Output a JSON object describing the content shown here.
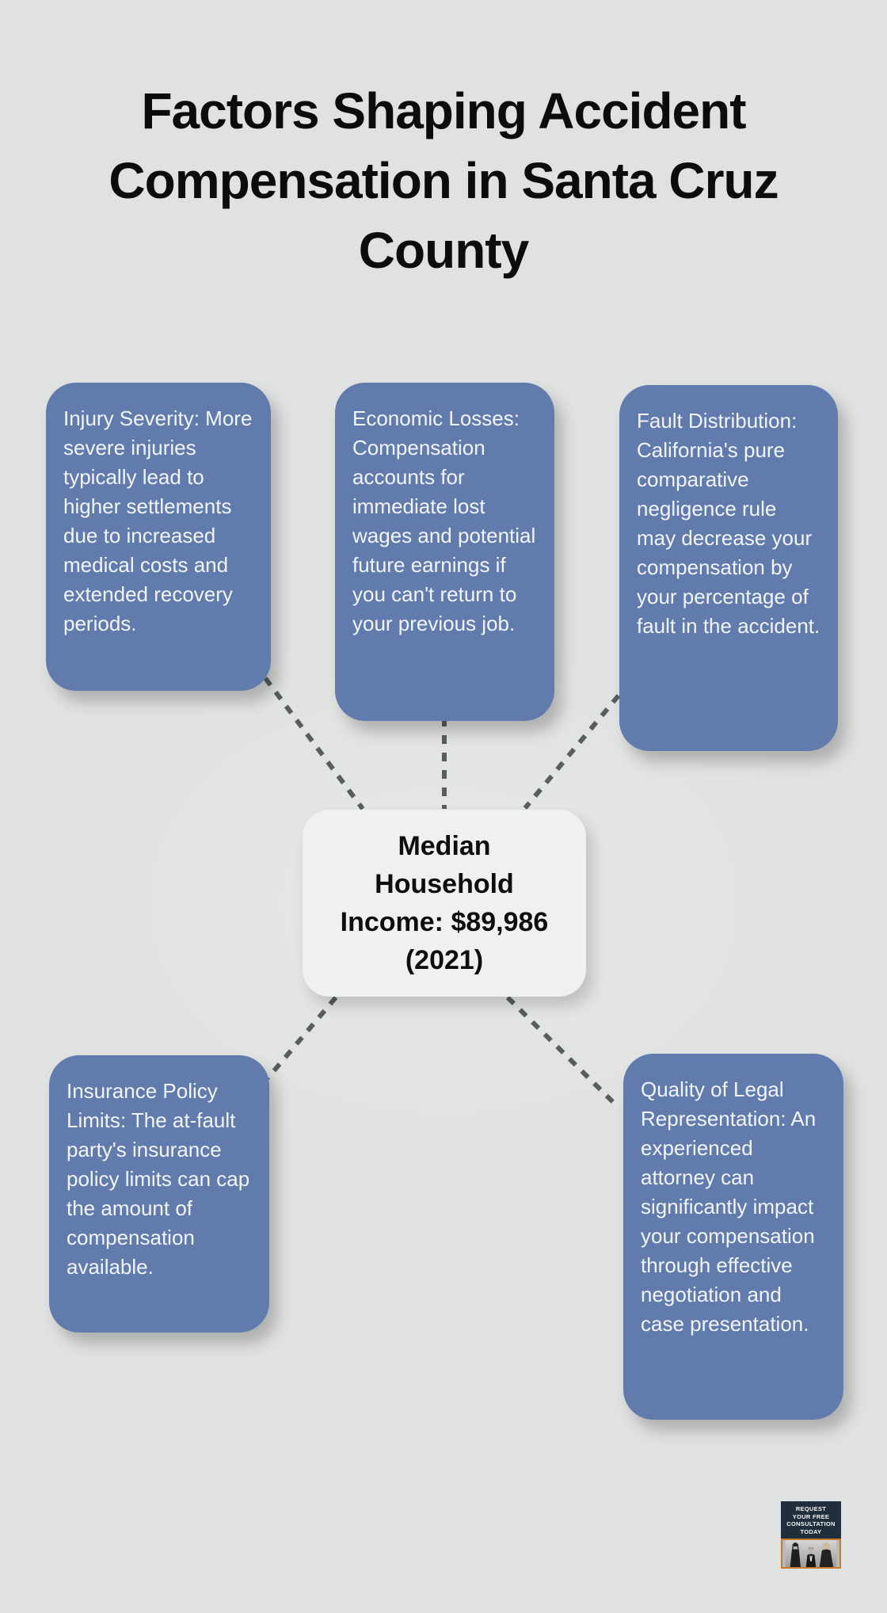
{
  "title": {
    "text": "Factors Shaping Accident Compensation in Santa Cruz County",
    "lines": [
      "Factors Shaping Accident",
      "Compensation in Santa Cruz",
      "County"
    ]
  },
  "center_node": {
    "text": "Median Household Income: $89,986 (2021)",
    "lines": [
      "Median",
      "Household",
      "Income: $89,986",
      "(2021)"
    ]
  },
  "factors": [
    {
      "id": "injury-severity",
      "text": "Injury Severity: More severe injuries typically lead to higher settlements due to increased medical costs and extended recovery periods."
    },
    {
      "id": "economic-losses",
      "text": "Economic Losses: Compensation accounts for immediate lost wages and potential future earnings if you can't return to your previous job."
    },
    {
      "id": "fault-distribution",
      "text": "Fault Distribution: California's pure comparative negligence rule may decrease your compensation by your percentage of fault in the accident."
    },
    {
      "id": "insurance-policy-limits",
      "text": "Insurance Policy Limits: The at-fault party's insurance policy limits can cap the amount of compensation available."
    },
    {
      "id": "quality-of-legal-representation",
      "text": "Quality of Legal Representation: An experienced attorney can significantly impact your compensation through effective negotiation and case presentation."
    }
  ],
  "badge": {
    "text": "REQUEST YOUR FREE CONSULTATION TODAY",
    "lines": [
      "REQUEST",
      "YOUR FREE",
      "CONSULTATION",
      "TODAY"
    ]
  },
  "colors": {
    "background": "#e0e2e1",
    "bg_light": "#e6e7e7",
    "title": "#0c0c0c",
    "factor_box": "#617bac",
    "factor_text": "#f2f5f8",
    "center_box": "#eef0f1",
    "center_text": "#0e0e0e",
    "connector": "#595d5f",
    "badge_bg": "#212f3c",
    "badge_text": "#f5f5f5",
    "badge_accent": "#c8792c"
  }
}
